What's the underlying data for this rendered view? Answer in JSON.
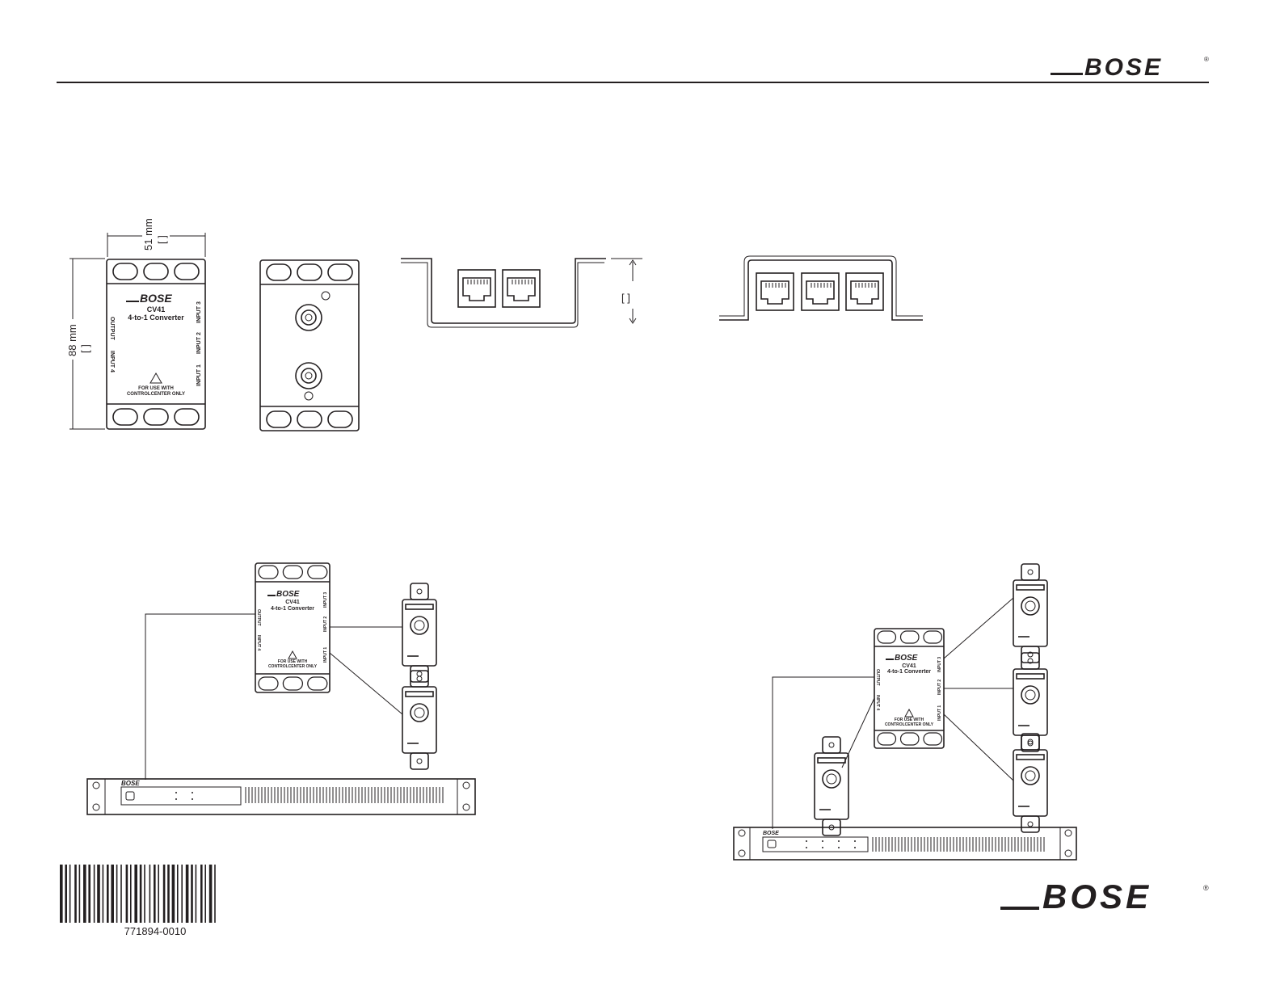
{
  "brand": {
    "name": "BOSE",
    "registered": "®"
  },
  "dimensions": {
    "width_label": "51 mm",
    "height_label": "88 mm",
    "width_bracket": "[ ]",
    "height_bracket": "[ ]",
    "depth_bracket": "[ ]"
  },
  "converter": {
    "model": "CV41",
    "name": "4-to-1 Converter",
    "warning_line1": "FOR USE WITH",
    "warning_line2": "CONTROLCENTER ONLY",
    "ports": {
      "output": "OUTPUT",
      "input1": "INPUT 1",
      "input2": "INPUT 2",
      "input3": "INPUT 3",
      "input4": "INPUT 4"
    }
  },
  "barcode": {
    "number": "771894-0010"
  },
  "colors": {
    "ink": "#231f20",
    "paper": "#ffffff"
  }
}
